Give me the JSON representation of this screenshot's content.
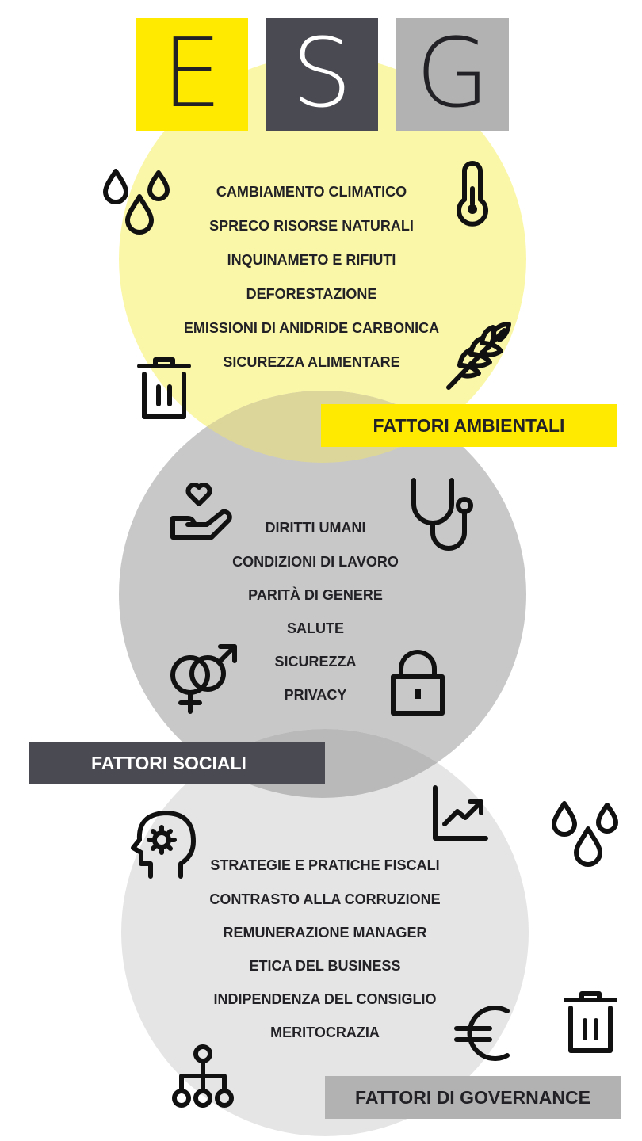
{
  "header": {
    "letters": [
      "E",
      "S",
      "G"
    ]
  },
  "environmental": {
    "label": "FATTORI AMBIENTALI",
    "items": [
      "CAMBIAMENTO CLIMATICO",
      "SPRECO RISORSE NATURALI",
      "INQUINAMETO E RIFIUTI",
      "DEFORESTAZIONE",
      "EMISSIONI DI ANIDRIDE CARBONICA",
      "SICUREZZA ALIMENTARE"
    ],
    "icons": [
      "water-drops-icon",
      "thermometer-icon",
      "wheat-icon",
      "trash-bin-icon"
    ]
  },
  "social": {
    "label": "FATTORI SOCIALI",
    "items": [
      "DIRITTI UMANI",
      "CONDIZIONI DI LAVORO",
      "PARITÀ DI GENERE",
      "SALUTE",
      "SICUREZZA",
      "PRIVACY"
    ],
    "icons": [
      "heart-hand-icon",
      "stethoscope-icon",
      "gender-icon",
      "padlock-icon"
    ]
  },
  "governance": {
    "label": "FATTORI DI GOVERNANCE",
    "items": [
      "STRATEGIE E PRATICHE FISCALI",
      "CONTRASTO ALLA CORRUZIONE",
      "REMUNERAZIONE MANAGER",
      "ETICA DEL BUSINESS",
      "INDIPENDENZA DEL CONSIGLIO",
      "MERITOCRAZIA"
    ],
    "icons": [
      "head-gear-icon",
      "growth-chart-icon",
      "water-drops-icon",
      "euro-icon",
      "trash-bin-icon",
      "hierarchy-icon"
    ]
  },
  "colors": {
    "yellow": "#ffea00",
    "dark_gray": "#4a4a52",
    "medium_gray": "#b2b2b2",
    "env_circle": "#fbf7a8",
    "soc_circle": "#c8c8c9",
    "gov_circle": "#e5e5e5"
  }
}
